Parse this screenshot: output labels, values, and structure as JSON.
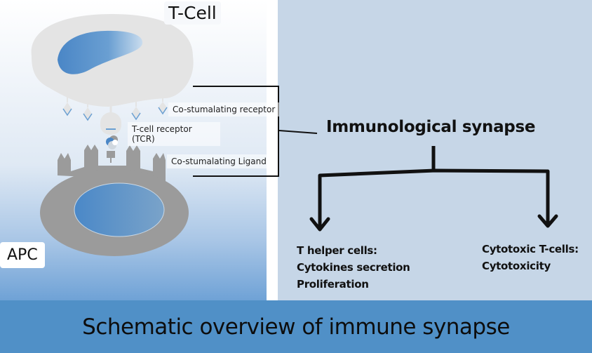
{
  "diagram": {
    "cells": {
      "t_cell": "T-Cell",
      "apc": "APC"
    },
    "labels": {
      "co_receptor": "Co-stumalating receptor",
      "tcr": "T-cell receptor (TCR)",
      "co_ligand": "Co-stumalating Ligand"
    },
    "synapse": "Immunological synapse",
    "outcomes": [
      {
        "lines": [
          "T helper cells:",
          "Cytokines secretion",
          "Proliferation"
        ]
      },
      {
        "lines": [
          "Cytotoxic T-cells:",
          "Cytotoxicity"
        ]
      }
    ],
    "title": "Schematic overview of immune synapse",
    "colors": {
      "nucleus": "#4a86c6",
      "cell_body": "#e4e4e4",
      "apc_body": "#9b9b9b",
      "right_panel": "#c6d6e7",
      "footer": "#5090c7"
    }
  }
}
